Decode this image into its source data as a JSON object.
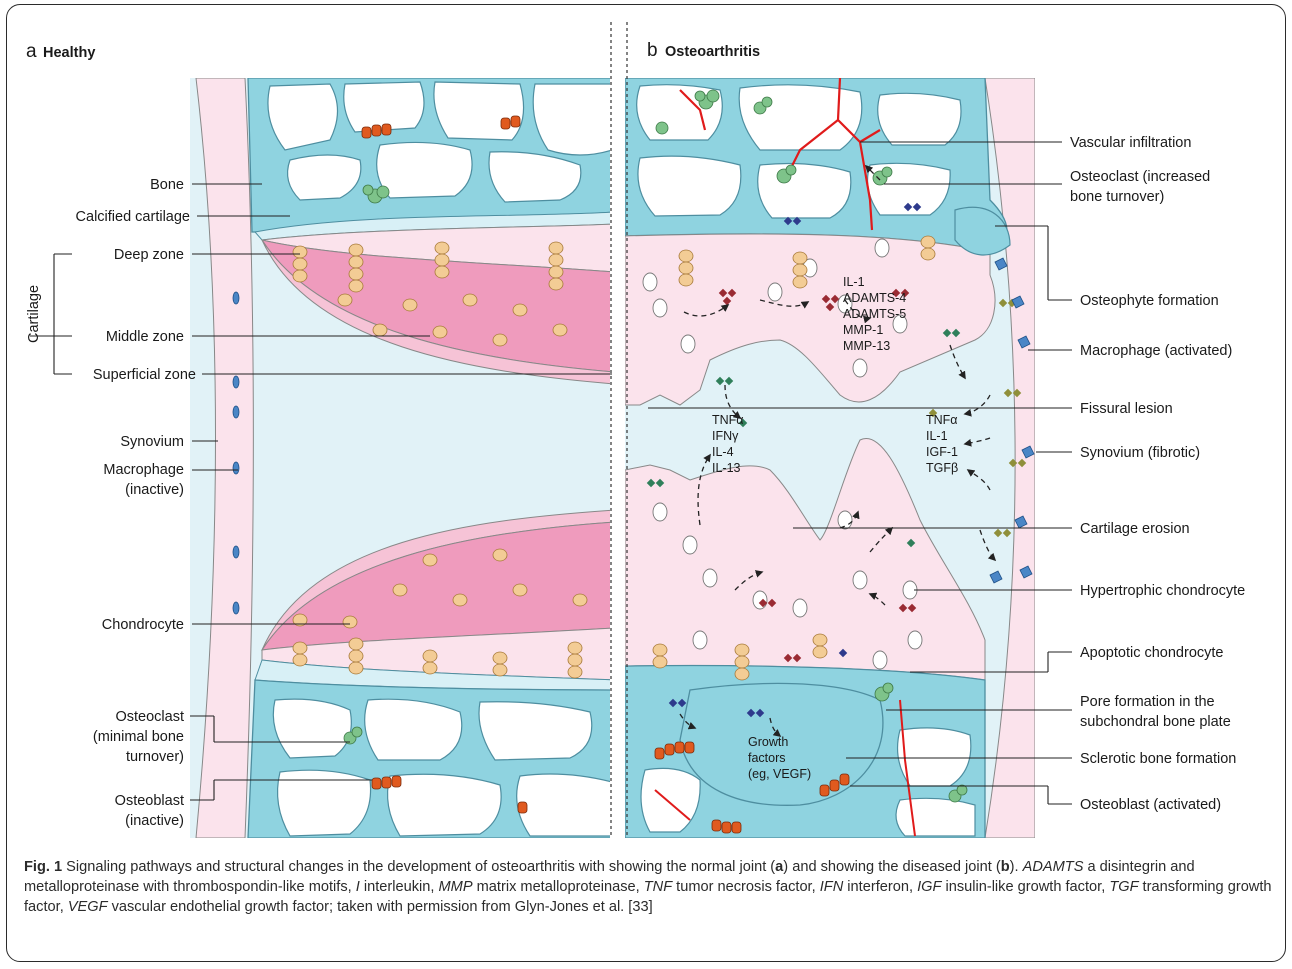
{
  "panels": {
    "a": {
      "letter": "a",
      "title": "Healthy"
    },
    "b": {
      "letter": "b",
      "title": "Osteoarthritis"
    }
  },
  "left_labels": {
    "bone": "Bone",
    "calcified_cartilage": "Calcified cartilage",
    "deep_zone": "Deep zone",
    "cartilage": "Cartilage",
    "middle_zone": "Middle zone",
    "superficial_zone": "Superficial zone",
    "synovium": "Synovium",
    "macrophage_1": "Macrophage",
    "macrophage_2": "(inactive)",
    "chondrocyte": "Chondrocyte",
    "osteoclast_1": "Osteoclast",
    "osteoclast_2": "(minimal bone",
    "osteoclast_3": "turnover)",
    "osteoblast_1": "Osteoblast",
    "osteoblast_2": "(inactive)"
  },
  "right_labels": {
    "vascular": "Vascular infiltration",
    "osteoclast_1": "Osteoclast (increased",
    "osteoclast_2": "bone turnover)",
    "osteophyte": "Osteophyte formation",
    "macrophage": "Macrophage (activated)",
    "fissural": "Fissural lesion",
    "synovium": "Synovium (fibrotic)",
    "erosion": "Cartilage erosion",
    "hypertrophic": "Hypertrophic chondrocyte",
    "apoptotic": "Apoptotic chondrocyte",
    "pore_1": "Pore formation in the",
    "pore_2": "subchondral bone plate",
    "sclerotic": "Sclerotic bone formation",
    "osteoblast": "Osteoblast (activated)"
  },
  "cytokines": {
    "group1": [
      "IL-1",
      "ADAMTS-4",
      "ADAMTS-5",
      "MMP-1",
      "MMP-13"
    ],
    "group2": [
      "TNFα",
      "IFNγ",
      "IL-4",
      "IL-13"
    ],
    "group3": [
      "TNFα",
      "IL-1",
      "IGF-1",
      "TGFβ"
    ],
    "growth": [
      "Growth",
      "factors",
      "(eg, VEGF)"
    ]
  },
  "caption": {
    "fig_label": "Fig. 1",
    "text_1": " Signaling pathways and structural changes in the development of osteoarthritis with showing the normal joint (",
    "a": "a",
    "text_2": ") and showing the diseased joint (",
    "b": "b",
    "text_3": "). ",
    "abbr": [
      {
        "term": "ADAMTS",
        "def": " a disintegrin and metalloproteinase with thrombospondin-like motifs, "
      },
      {
        "term": "I",
        "def": " interleukin, "
      },
      {
        "term": "MMP",
        "def": " matrix metalloproteinase, "
      },
      {
        "term": "TNF",
        "def": " tumor necrosis factor, "
      },
      {
        "term": "IFN",
        "def": " interferon, "
      },
      {
        "term": "IGF",
        "def": " insulin-like growth factor, "
      },
      {
        "term": "TGF",
        "def": " transforming growth factor, "
      },
      {
        "term": "VEGF",
        "def": " vascular endothelial growth factor; taken with permission from Glyn-Jones et al. [33]"
      }
    ]
  },
  "colors": {
    "bone": "#8fd3e0",
    "bone_stroke": "#4e8ea0",
    "cartilage_light": "#fbe3ec",
    "cartilage_mid": "#ef9bbd",
    "synovial_fluid": "#e1f2f7",
    "chondrocyte": "#f3cc95",
    "osteoblast": "#e05a1f",
    "osteoclast": "#7ec38a",
    "macrophage": "#4a86c6",
    "vessel": "#e01b1b",
    "cytokine_red": "#9a2b33",
    "cytokine_green": "#2f7f5a",
    "cytokine_blue": "#2e3a8c",
    "cytokine_olive": "#8f8f3a"
  }
}
